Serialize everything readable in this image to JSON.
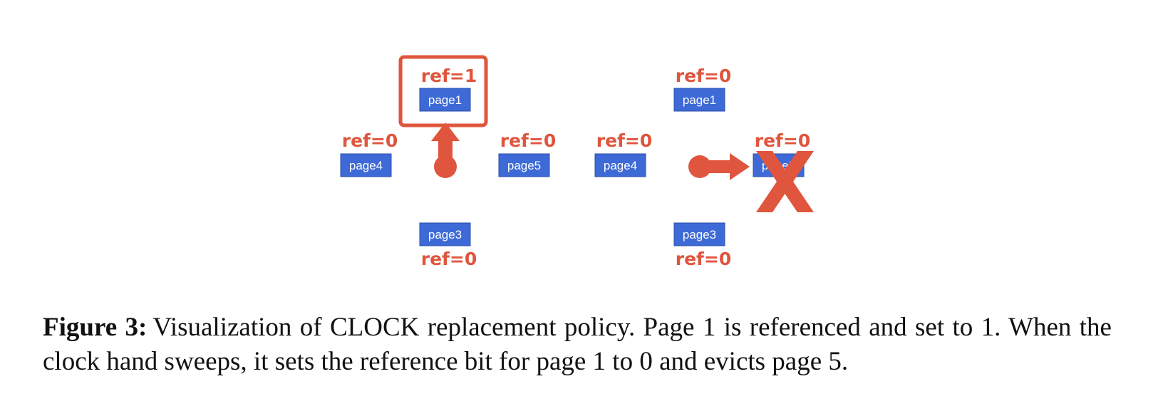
{
  "colors": {
    "accent": "#e0553d",
    "page_fill": "#3d6ad6",
    "page_stroke": "#2a4fa8"
  },
  "left_clock": {
    "page1": {
      "label": "page1",
      "ref": "ref=1"
    },
    "page4": {
      "label": "page4",
      "ref": "ref=0"
    },
    "page5": {
      "label": "page5",
      "ref": "ref=0"
    },
    "page3": {
      "label": "page3",
      "ref": "ref=0"
    }
  },
  "right_clock": {
    "page1": {
      "label": "page1",
      "ref": "ref=0"
    },
    "page4": {
      "label": "page4",
      "ref": "ref=0"
    },
    "page5": {
      "label": "page5",
      "ref": "ref=0",
      "evicted": true
    },
    "page3": {
      "label": "page3",
      "ref": "ref=0"
    }
  },
  "icons": {
    "clock_hand": "clock-hand-icon",
    "evict_mark": "evict-x-icon"
  },
  "caption": {
    "label": "Figure 3:",
    "text": "Visualization of CLOCK replacement policy. Page 1 is referenced and set to 1. When the clock hand sweeps, it sets the reference bit for page 1 to 0 and evicts page 5."
  }
}
